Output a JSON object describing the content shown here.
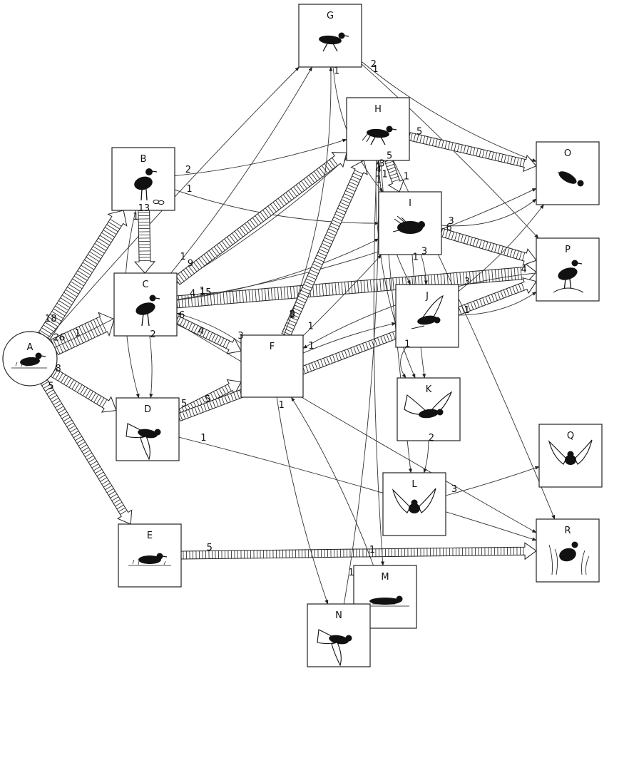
{
  "nodes": [
    {
      "id": "A",
      "label": "A",
      "icon": "plover-on-nest-icon"
    },
    {
      "id": "B",
      "label": "B",
      "icon": "plover-standing-with-eggs-icon"
    },
    {
      "id": "C",
      "label": "C",
      "icon": "plover-standing-icon"
    },
    {
      "id": "D",
      "label": "D",
      "icon": "plover-flying-icon"
    },
    {
      "id": "E",
      "label": "E",
      "icon": "plover-crouching-in-grass-icon"
    },
    {
      "id": "F",
      "label": "F",
      "icon": ""
    },
    {
      "id": "G",
      "label": "G",
      "icon": "plover-running-icon"
    },
    {
      "id": "H",
      "label": "H",
      "icon": "plover-running-wings-drooped-icon"
    },
    {
      "id": "I",
      "label": "I",
      "icon": "plover-ruffled-display-icon"
    },
    {
      "id": "J",
      "label": "J",
      "icon": "plover-wing-raised-icon"
    },
    {
      "id": "K",
      "label": "K",
      "icon": "plover-wings-spread-icon"
    },
    {
      "id": "L",
      "label": "L",
      "icon": "plover-wings-up-icon"
    },
    {
      "id": "M",
      "label": "M",
      "icon": "plover-lying-flat-icon"
    },
    {
      "id": "N",
      "label": "N",
      "icon": "plover-flying-low-icon"
    },
    {
      "id": "O",
      "label": "O",
      "icon": "plover-bowing-icon"
    },
    {
      "id": "P",
      "label": "P",
      "icon": "plover-on-mound-icon"
    },
    {
      "id": "Q",
      "label": "Q",
      "icon": "plover-wings-raised-display-icon"
    },
    {
      "id": "R",
      "label": "R",
      "icon": "plover-in-vegetation-icon"
    }
  ],
  "edges": [
    {
      "from": "A",
      "to": "B",
      "count": "18",
      "style": "band"
    },
    {
      "from": "A",
      "to": "C",
      "count": "26",
      "style": "band"
    },
    {
      "from": "A",
      "to": "D",
      "count": "8",
      "style": "band"
    },
    {
      "from": "A",
      "to": "E",
      "count": "5",
      "style": "band"
    },
    {
      "from": "A",
      "to": "H",
      "count": "1",
      "style": "line"
    },
    {
      "from": "A",
      "to": "G",
      "count": "",
      "style": "line"
    },
    {
      "from": "B",
      "to": "C",
      "count": "13",
      "style": "band"
    },
    {
      "from": "B",
      "to": "H",
      "count": "2",
      "style": "line"
    },
    {
      "from": "B",
      "to": "I",
      "count": "1",
      "style": "line"
    },
    {
      "from": "B",
      "to": "D",
      "count": "1",
      "style": "line"
    },
    {
      "from": "C",
      "to": "P",
      "count": "15",
      "style": "band"
    },
    {
      "from": "C",
      "to": "H",
      "count": "9",
      "style": "band"
    },
    {
      "from": "C",
      "to": "F",
      "count": "6",
      "style": "band"
    },
    {
      "from": "C",
      "to": "I",
      "count": "4",
      "style": "line"
    },
    {
      "from": "C",
      "to": "O",
      "count": "1",
      "style": "line"
    },
    {
      "from": "C",
      "to": "D",
      "count": "2",
      "style": "line"
    },
    {
      "from": "C",
      "to": "R",
      "count": "4",
      "style": "line"
    },
    {
      "from": "C",
      "to": "G",
      "count": "1",
      "style": "line"
    },
    {
      "from": "D",
      "to": "F",
      "count": "5",
      "style": "band"
    },
    {
      "from": "D",
      "to": "P",
      "count": "5",
      "style": "band"
    },
    {
      "from": "D",
      "to": "R",
      "count": "1",
      "style": "line"
    },
    {
      "from": "E",
      "to": "R",
      "count": "5",
      "style": "band"
    },
    {
      "from": "F",
      "to": "C",
      "count": "3",
      "style": "line"
    },
    {
      "from": "F",
      "to": "H",
      "count": "8",
      "style": "band"
    },
    {
      "from": "F",
      "to": "G",
      "count": "2",
      "style": "line"
    },
    {
      "from": "F",
      "to": "J",
      "count": "1",
      "style": "line"
    },
    {
      "from": "F",
      "to": "I",
      "count": "1",
      "style": "line"
    },
    {
      "from": "F",
      "to": "N",
      "count": "1",
      "style": "line"
    },
    {
      "from": "G",
      "to": "O",
      "count": "2",
      "style": "line"
    },
    {
      "from": "G",
      "to": "I",
      "count": "1",
      "style": "line"
    },
    {
      "from": "G",
      "to": "P",
      "count": "1",
      "style": "line"
    },
    {
      "from": "H",
      "to": "O",
      "count": "5",
      "style": "band"
    },
    {
      "from": "H",
      "to": "I",
      "count": "5",
      "style": "band"
    },
    {
      "from": "H",
      "to": "J",
      "count": "3",
      "style": "line"
    },
    {
      "from": "H",
      "to": "K",
      "count": "4",
      "style": "line"
    },
    {
      "from": "H",
      "to": "R",
      "count": "1",
      "style": "line"
    },
    {
      "from": "H",
      "to": "L",
      "count": "1",
      "style": "line"
    },
    {
      "from": "H",
      "to": "M",
      "count": "1",
      "style": "line"
    },
    {
      "from": "I",
      "to": "P",
      "count": "6",
      "style": "band"
    },
    {
      "from": "I",
      "to": "O",
      "count": "3",
      "style": "line"
    },
    {
      "from": "I",
      "to": "J",
      "count": "3",
      "style": "line"
    },
    {
      "from": "I",
      "to": "K",
      "count": "1",
      "style": "line"
    },
    {
      "from": "J",
      "to": "O",
      "count": "3",
      "style": "line"
    },
    {
      "from": "J",
      "to": "P",
      "count": "1",
      "style": "line"
    },
    {
      "from": "J",
      "to": "K",
      "count": "1",
      "style": "line"
    },
    {
      "from": "K",
      "to": "L",
      "count": "2",
      "style": "line"
    },
    {
      "from": "L",
      "to": "Q",
      "count": "3",
      "style": "line"
    },
    {
      "from": "M",
      "to": "F",
      "count": "1",
      "style": "line"
    },
    {
      "from": "N",
      "to": "H",
      "count": "1",
      "style": "line"
    },
    {
      "from": "P",
      "to": "F",
      "count": "4",
      "style": "line"
    }
  ]
}
